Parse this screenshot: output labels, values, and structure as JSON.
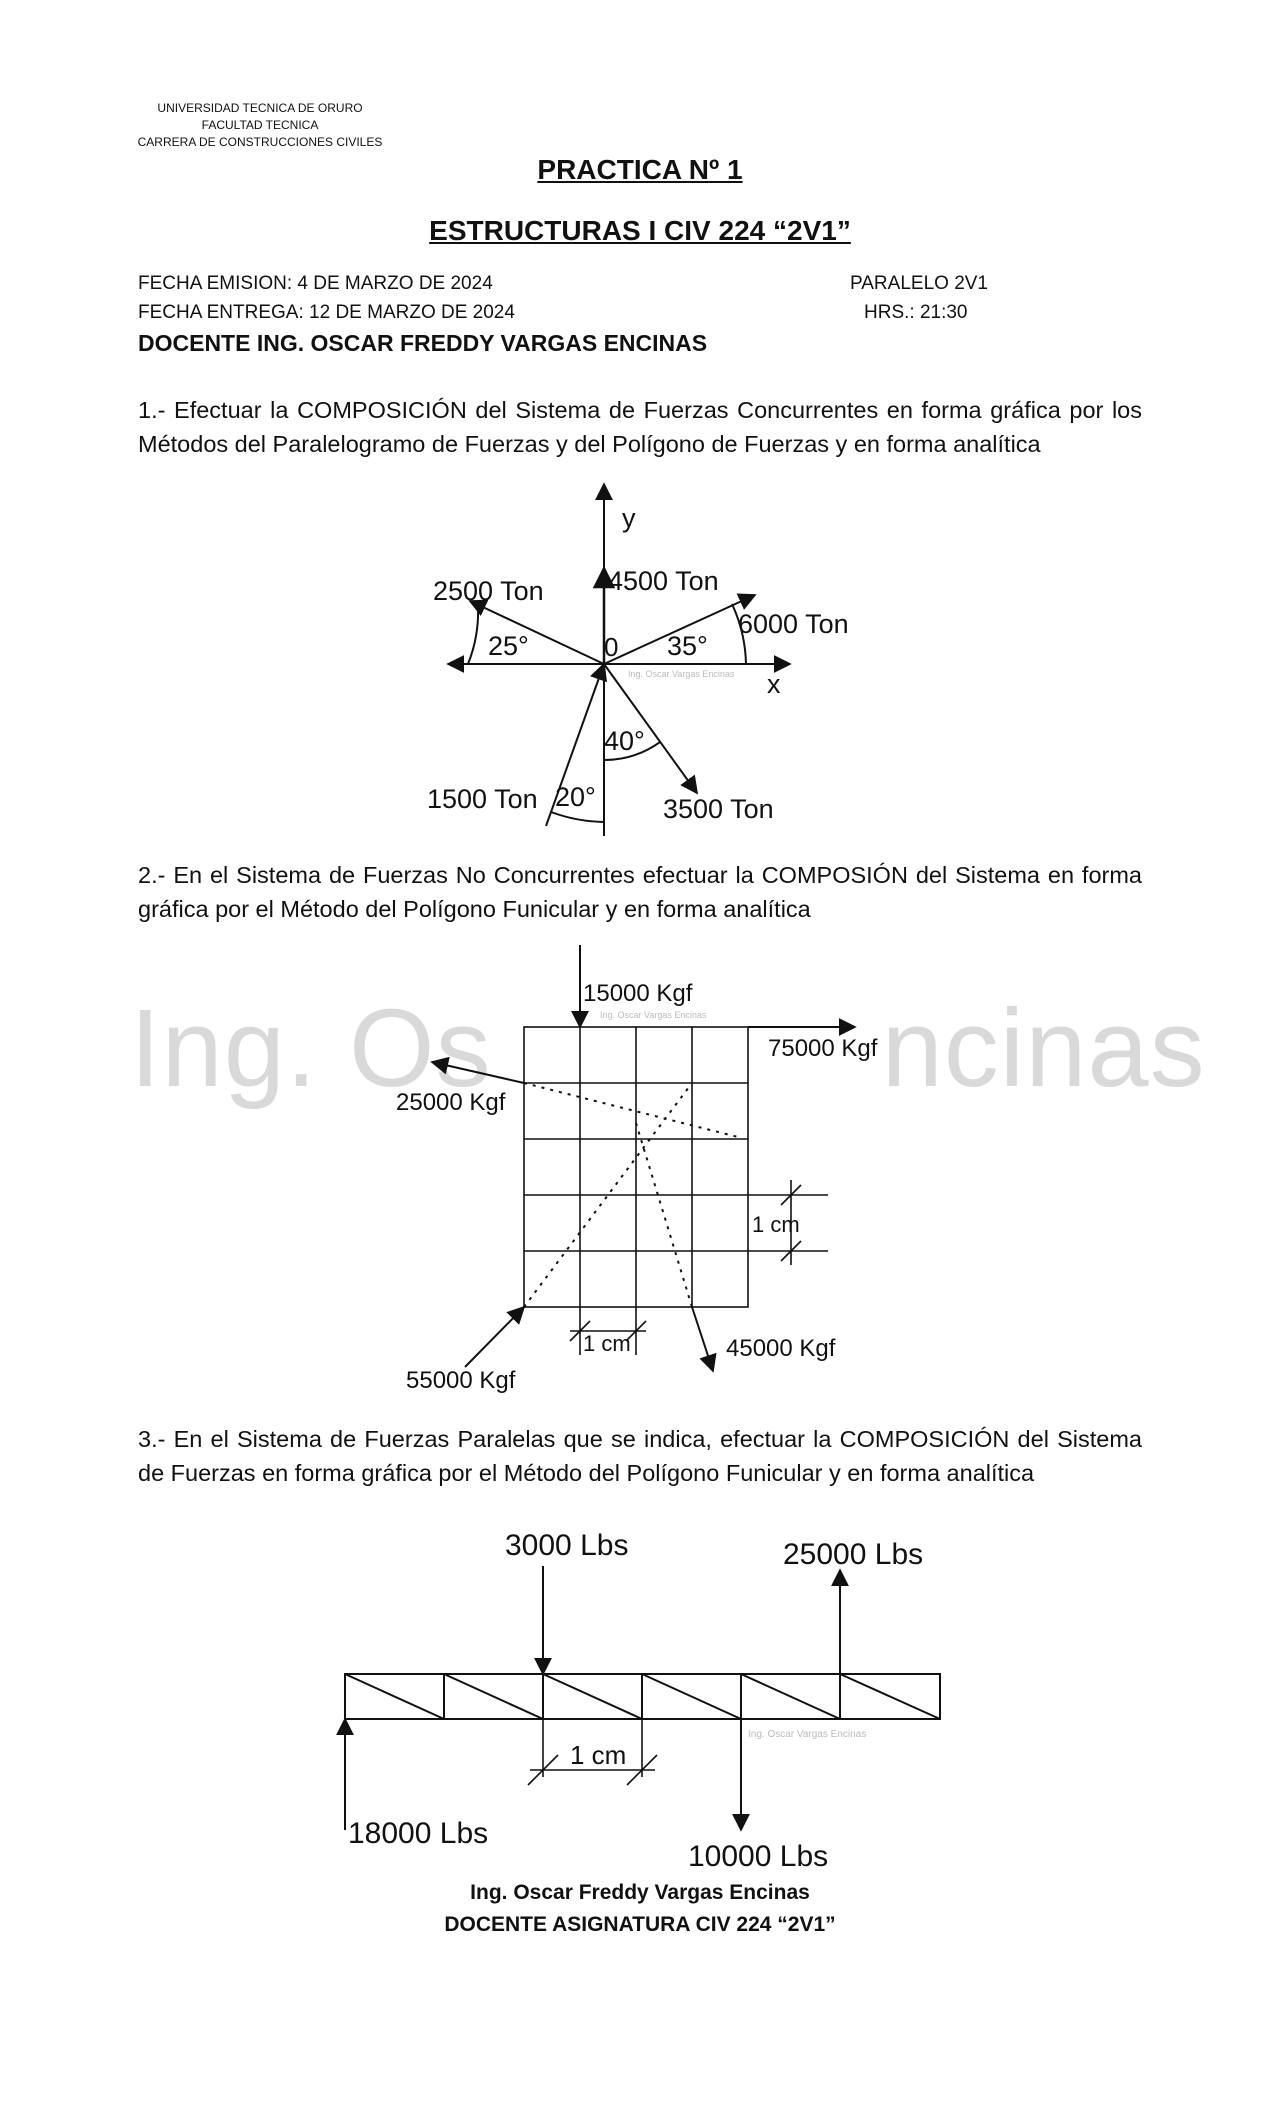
{
  "header": {
    "institution": [
      "UNIVERSIDAD TECNICA DE ORURO",
      "FACULTAD TECNICA",
      "CARRERA DE CONSTRUCCIONES CIVILES"
    ],
    "title": "PRACTICA Nº 1",
    "subtitle": "ESTRUCTURAS I CIV 224 “2V1”",
    "fecha_emision": "FECHA EMISION: 4 DE MARZO DE 2024",
    "fecha_entrega": "FECHA ENTREGA: 12 DE MARZO DE 2024",
    "paralelo": "PARALELO 2V1",
    "hrs": "HRS.: 21:30",
    "docente": "DOCENTE ING. OSCAR FREDDY VARGAS ENCINAS"
  },
  "watermark": {
    "left": "Ing. Os",
    "right": "ncinas",
    "small": "Ing. Oscar Vargas Encinas"
  },
  "problem1": {
    "text": "1.- Efectuar la COMPOSICIÓN del Sistema de Fuerzas Concurrentes en forma gráfica por los Métodos del Paralelogramo de Fuerzas y del Polígono de Fuerzas y en forma analítica",
    "axis_y": "y",
    "axis_x": "x",
    "origin": "0",
    "forces": [
      "2500 Ton",
      "4500 Ton",
      "6000 Ton",
      "1500 Ton",
      "3500 Ton"
    ],
    "angles": [
      "25°",
      "35°",
      "40°",
      "20°"
    ]
  },
  "problem2": {
    "text": "2.- En el Sistema de Fuerzas No Concurrentes efectuar la COMPOSIÓN del Sistema en forma gráfica por el Método del Polígono Funicular y en forma analítica",
    "forces": [
      "15000 Kgf",
      "75000 Kgf",
      "25000 Kgf",
      "55000 Kgf",
      "45000 Kgf"
    ],
    "scale_v": "1 cm",
    "scale_h": "1 cm"
  },
  "problem3": {
    "text": "3.- En el Sistema de Fuerzas Paralelas que se indica, efectuar la COMPOSICIÓN del Sistema de Fuerzas en forma gráfica por el Método del Polígono Funicular y en forma analítica",
    "forces": [
      "3000 Lbs",
      "25000 Lbs",
      "18000 Lbs",
      "10000 Lbs"
    ],
    "scale": "1 cm"
  },
  "signature": {
    "name": "Ing. Oscar Freddy Vargas Encinas",
    "role": "DOCENTE ASIGNATURA CIV 224 “2V1”"
  }
}
